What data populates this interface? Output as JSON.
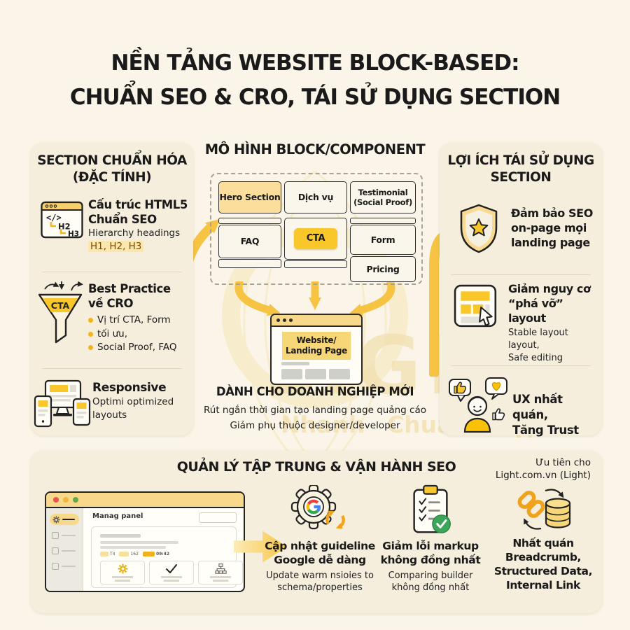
{
  "title": {
    "line1": "NỀN TẢNG WEBSITE BLOCK-BASED:",
    "line2": "CHUẨN SEO & CRO, TÁI SỬ DỤNG SECTION"
  },
  "watermark": {
    "brand": "LIGHT",
    "tagline": "Nhanh Chuẩn Đẹp"
  },
  "left_panel": {
    "heading_line1": "SECTION CHUẨN HÓA",
    "heading_line2": "(ĐẶC TÍNH)",
    "item1": {
      "icon": "html5-browser-icon",
      "code_glyph": "</>",
      "h2": "H2",
      "h3": "H3",
      "title_line1": "Cấu trúc HTML5",
      "title_line2": "Chuẩn SEO",
      "desc": "Hierarchy headings",
      "highlight": "H1, H2, H3"
    },
    "item2": {
      "icon": "cro-funnel-icon",
      "funnel_label": "CTA",
      "title_line1": "Best Practice",
      "title_line2": "về CRO",
      "bullet1": "Vị trí CTA, Form",
      "bullet2": "tối ưu,",
      "bullet3": "Social Proof, FAQ"
    },
    "item3": {
      "icon": "responsive-devices-icon",
      "title": "Responsive",
      "desc_line1": "Optimi optimized",
      "desc_line2": "layouts"
    }
  },
  "center": {
    "heading": "MÔ HÌNH BLOCK/COMPONENT",
    "blocks": {
      "hero": "Hero Section",
      "dichvu": "Dịch vụ",
      "testimonial_line1": "Testimonial",
      "testimonial_line2": "(Social Proof)",
      "faq": "FAQ",
      "cta": "CTA",
      "form": "Form",
      "pricing": "Pricing"
    },
    "browser": {
      "label_line1": "Website/",
      "label_line2": "Landing Page"
    },
    "footer_heading": "DÀNH CHO DOANH NGHIỆP MỚI",
    "footer_line1": "Rút ngắn thời gian tạo landing page quảng cáo",
    "footer_line2": "Giảm phụ thuộc designer/developer"
  },
  "right_panel": {
    "heading_line1": "LỢI ÍCH TÁI SỬ DỤNG",
    "heading_line2": "SECTION",
    "item1": {
      "icon": "shield-star-icon",
      "line1": "Đảm bảo SEO",
      "line2": "on-page mọi",
      "line3": "landing page"
    },
    "item2": {
      "icon": "layout-cursor-icon",
      "title_line1": "Giảm nguy cơ",
      "title_line2": "“phá vỡ” layout",
      "desc_line1": "Stable layout layout,",
      "desc_line2": "Safe editing"
    },
    "item3": {
      "icon": "ux-person-icon",
      "line1": "UX nhất quán,",
      "line2": "Tăng Trust"
    }
  },
  "bottom_panel": {
    "heading": "QUẢN LÝ TẬP TRUNG & VẬN HÀNH SEO",
    "priority_line1": "Ưu tiên cho",
    "priority_line2": "Light.com.vn (Light)",
    "mockup": {
      "panel_title": "Manag panel",
      "tag1": "T4",
      "tag2": "162",
      "tag3": "09:42"
    },
    "col1": {
      "icon": "google-gear-sync-icon",
      "title_line1": "Cập nhật guideline",
      "title_line2": "Google dễ dàng",
      "desc_line1": "Update warm nsioies to",
      "desc_line2": "schema/properties"
    },
    "col2": {
      "icon": "markup-checklist-icon",
      "title_line1": "Giảm lỗi markup",
      "title_line2": "không đồng nhất",
      "desc_line1": "Comparing builder",
      "desc_line2": "không đồng nhất"
    },
    "col3": {
      "icon": "link-structured-data-icon",
      "title_line1": "Nhất quán",
      "title_line2": "Breadcrumb,",
      "title_line3": "Structured Data,",
      "title_line4": "Internal Link"
    }
  },
  "colors": {
    "background": "#FAF5E8",
    "panel": "#F5EEDC",
    "accent_yellow": "#F6C343",
    "cta_yellow": "#F9C72A",
    "hero_fill": "#FBDE9C",
    "titlebar_yellow": "#F8D88A",
    "google_blue": "#4285F4",
    "google_red": "#EA4335",
    "google_yellow": "#FBBC05",
    "google_green": "#34A853",
    "check_green": "#3DA65B",
    "text_dark": "#1A1A1A"
  }
}
